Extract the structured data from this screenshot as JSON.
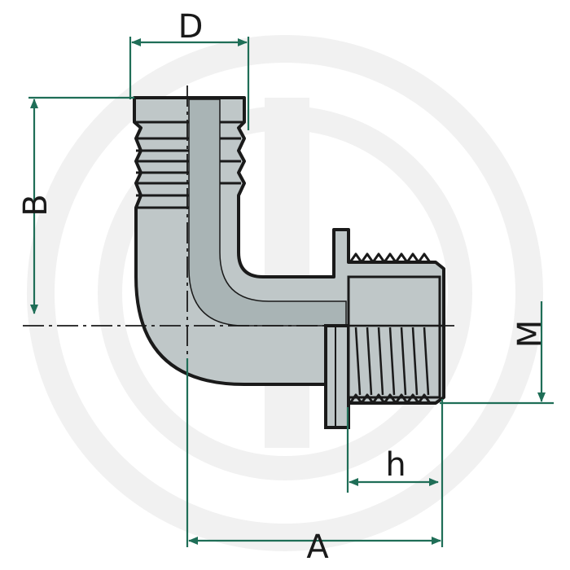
{
  "drawing": {
    "labels": {
      "D": "D",
      "B": "B",
      "M": "M",
      "h": "h",
      "A": "A"
    },
    "colors": {
      "outline": "#1a1a1a",
      "body_fill": "#bfc7c8",
      "body_shade": "#a9b4b5",
      "dimension": "#1f6e57",
      "watermark": "#f1f1f1"
    },
    "watermark_logo": "g"
  }
}
